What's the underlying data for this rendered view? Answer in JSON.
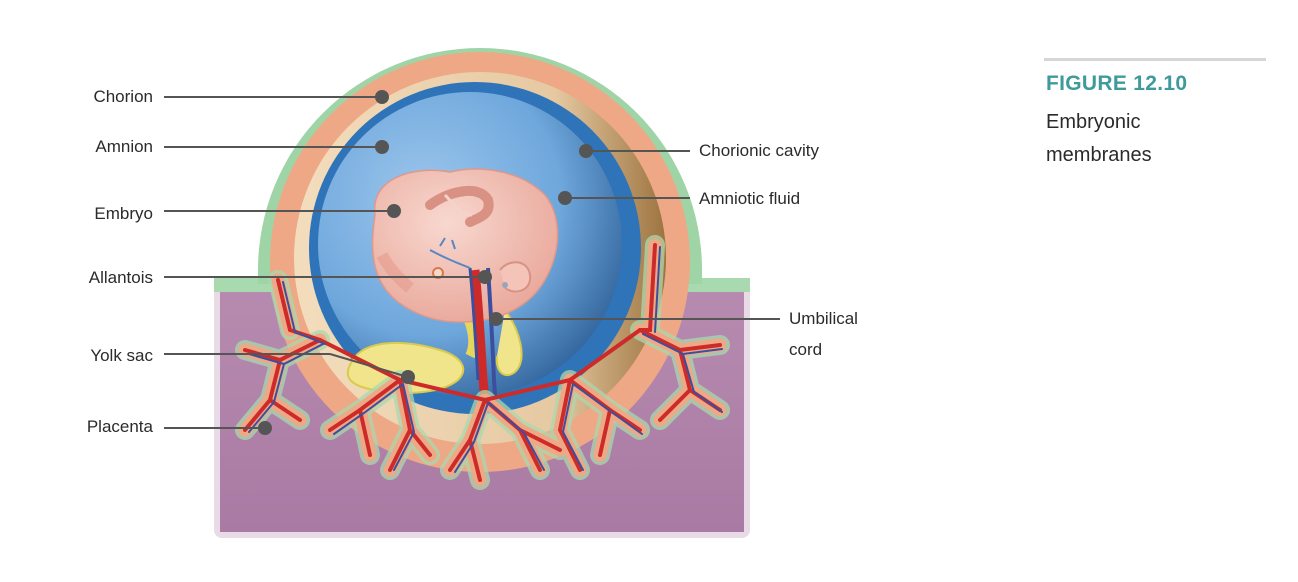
{
  "figure": {
    "number": "FIGURE 12.10",
    "title": "Embryonic\nmembranes"
  },
  "labels": {
    "chorion": "Chorion",
    "amnion": "Amnion",
    "embryo": "Embryo",
    "allantois": "Allantois",
    "yolk_sac": "Yolk sac",
    "placenta": "Placenta",
    "chorionic_cavity": "Chorionic cavity",
    "amniotic_fluid": "Amniotic fluid",
    "umbilical_cord_line1": "Umbilical",
    "umbilical_cord_line2": "cord"
  },
  "colors": {
    "uterine_tissue": "#b387ad",
    "chorion_outer": "#9fd4a6",
    "chorion": "#efa886",
    "chorionic_cavity": "#f1d7b2",
    "amnion": "#2f74b8",
    "amniotic_fluid": "#6ea7dc",
    "embryo": "#f4c4b8",
    "yolk_sac": "#f0e58a",
    "artery": "#cc2b2a",
    "vein": "#3c4f9e",
    "caption_accent": "#3f9a9b"
  }
}
